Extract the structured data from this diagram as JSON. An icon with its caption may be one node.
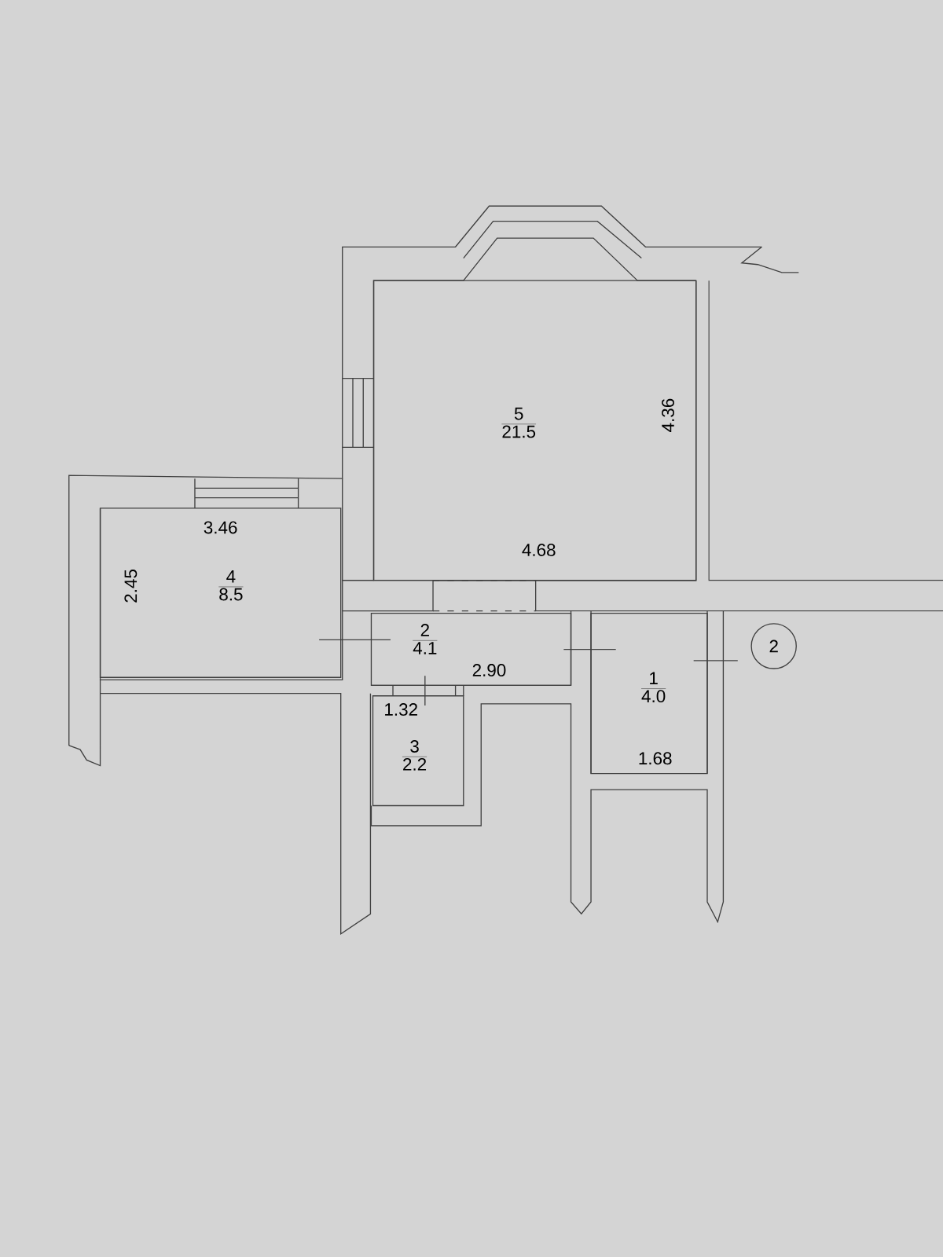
{
  "diagram": {
    "nodes": [
      {
        "text": [
          "5",
          "21.5"
        ]
      },
      {
        "text": [
          "4",
          "8.5"
        ]
      },
      {
        "text": [
          "2",
          "4.1"
        ]
      },
      {
        "text": [
          "2"
        ]
      },
      {
        "text": [
          "1",
          "4.0"
        ]
      },
      {
        "text": [
          "3",
          "2.2"
        ]
      }
    ],
    "labels": [
      "4.36",
      "3.46",
      "4.68",
      "2.45",
      "2.90",
      "1.32",
      "1.68"
    ]
  }
}
